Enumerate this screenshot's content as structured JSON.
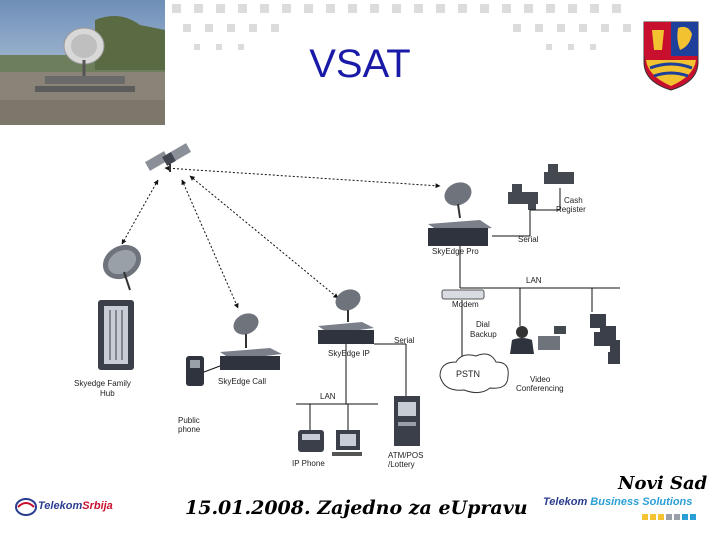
{
  "slide": {
    "title": "VSAT",
    "footer_date": "15.01.2008. Zajedno za eUpravu",
    "footer_city": "Novi Sad"
  },
  "logos": {
    "left_prefix": "Telekom",
    "left_suffix": "Srbija",
    "right_prefix": "Telekom",
    "right_suffix": "Business Solutions"
  },
  "diagram": {
    "labels": {
      "hub": "Skyedge Family Hub",
      "hub_line1": "Skyedge Family",
      "hub_line2": "Hub",
      "skyedge_pro": "SkyEdge Pro",
      "cash_register_1": "Cash",
      "cash_register_2": "Register",
      "serial_top": "Serial",
      "lan_right": "LAN",
      "modem": "Modem",
      "dial_backup_1": "Dial",
      "dial_backup_2": "Backup",
      "skyedge_ip": "SkyEdge IP",
      "serial_mid": "Serial",
      "pstn": "PSTN",
      "video_conf_1": "Video",
      "video_conf_2": "Conferencing",
      "skyedge_call": "SkyEdge Call",
      "lan_bottom": "LAN",
      "public_phone_1": "Public",
      "public_phone_2": "phone",
      "ip_phone": "IP Phone",
      "atm_1": "ATM/POS",
      "atm_2": "/Lottery"
    }
  },
  "colors": {
    "title": "#1a1aa8",
    "telekom_blue": "#2a3d8f",
    "telekom_red": "#c8102e",
    "business_cyan": "#2a9fd6"
  }
}
